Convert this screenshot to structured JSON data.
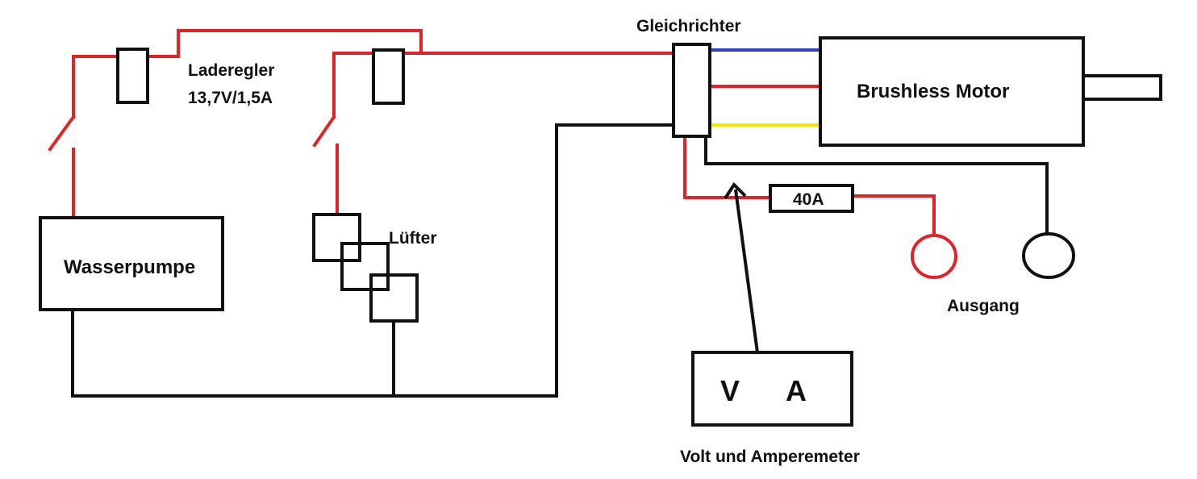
{
  "colors": {
    "red": "#e32228",
    "black": "#111111",
    "blue": "#3140c8",
    "yellow": "#f5e600"
  },
  "labels": {
    "laderegler_line1": "Laderegler",
    "laderegler_line2": "13,7V/1,5A",
    "gleichrichter": "Gleichrichter",
    "brushless_motor": "Brushless Motor",
    "wasserpumpe": "Wasserpumpe",
    "luefter": "Lüfter",
    "fuse": "40A",
    "ausgang": "Ausgang",
    "meter_v": "V",
    "meter_a": "A",
    "meter_caption": "Volt und Amperemeter"
  }
}
